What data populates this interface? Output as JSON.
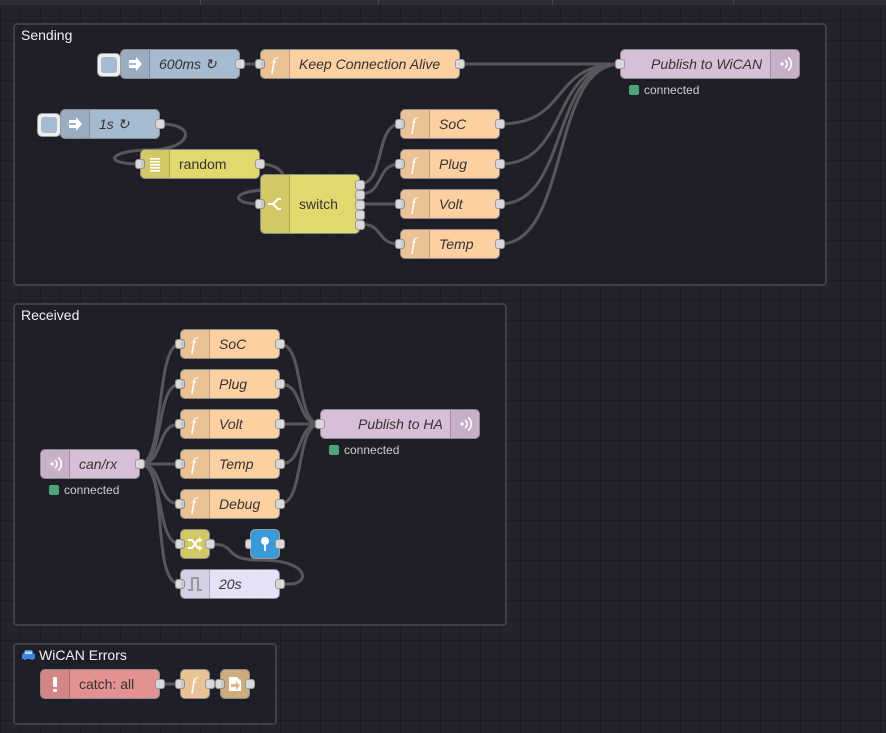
{
  "groups": {
    "sending": "Sending",
    "received": "Received",
    "errors": "WiCAN Errors"
  },
  "sending": {
    "inject_fast": "600ms ↻",
    "keep_alive": "Keep Connection Alive",
    "publish": "Publish to WiCAN",
    "publish_status": "connected",
    "inject_slow": "1s ↻",
    "random": "random",
    "switch": "switch",
    "functions": [
      "SoC",
      "Plug",
      "Volt",
      "Temp"
    ]
  },
  "received": {
    "source": "can/rx",
    "source_status": "connected",
    "functions": [
      "SoC",
      "Plug",
      "Volt",
      "Temp",
      "Debug"
    ],
    "publish": "Publish to HA",
    "publish_status": "connected",
    "delay": "20s"
  },
  "errors": {
    "catch": "catch: all"
  },
  "colors": {
    "inject": "#a6bbcf",
    "function": "#fdd0a2",
    "mqtt": "#d8bfd8",
    "random": "#e2d96e",
    "catch": "#e49191",
    "status_ok": "#4ea678",
    "wire": "#9c9c9c"
  },
  "icons": {
    "inject": "arrow-in-icon",
    "function": "function-icon",
    "mqtt": "signal-icon",
    "random": "list-icon",
    "switch": "switch-icon",
    "change": "shuffle-icon",
    "debug": "pin-icon",
    "delay": "pulse-icon",
    "catch": "exclamation-icon",
    "file": "file-export-icon",
    "group_errors": "car-icon"
  }
}
